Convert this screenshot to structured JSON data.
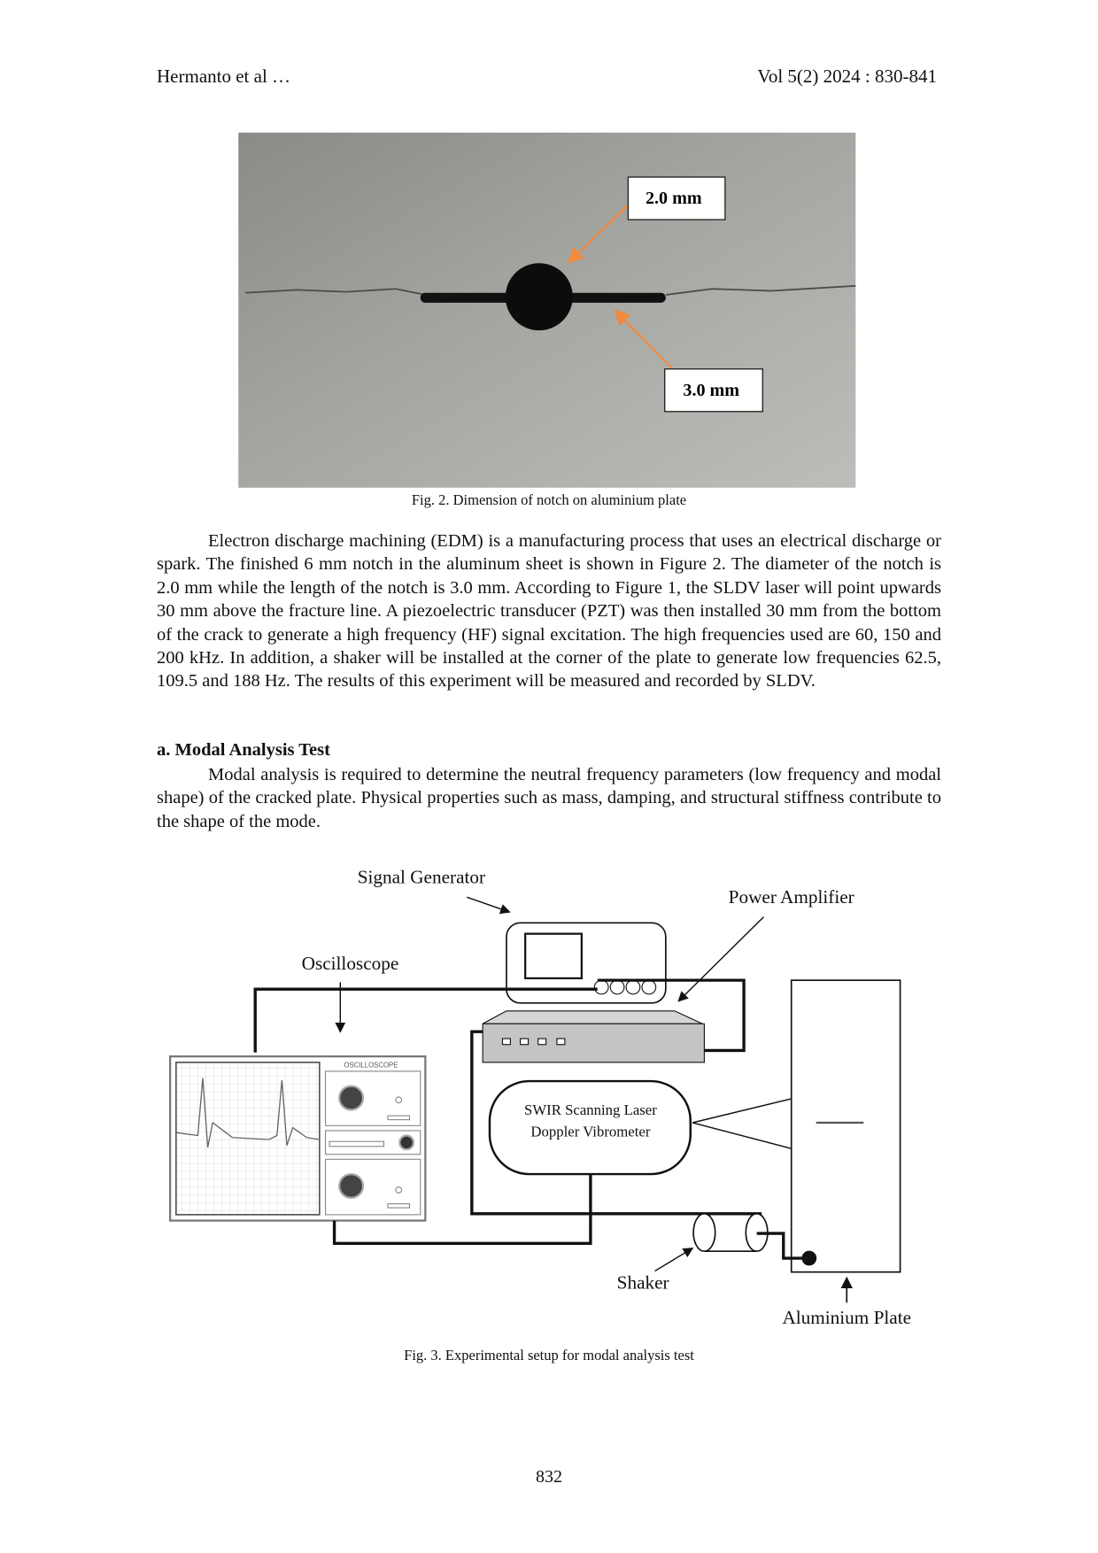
{
  "header": {
    "left": "Hermanto et al …",
    "right": "Vol 5(2) 2024 : 830-841"
  },
  "figure2": {
    "labels": [
      "2.0 mm",
      "3.0 mm"
    ],
    "caption": "Fig. 2. Dimension of notch on aluminium plate",
    "arrow_color": "#f08a3c"
  },
  "body": {
    "paragraph1": "Electron discharge machining (EDM) is a manufacturing process that uses an electrical discharge or spark. The finished 6 mm notch in the aluminum sheet is shown in Figure 2. The diameter of the notch is 2.0 mm while the length of the notch is 3.0 mm. According to Figure 1, the SLDV laser will point upwards 30 mm above the fracture line. A piezoelectric transducer (PZT) was then installed 30 mm from the bottom of the crack to generate a high frequency (HF) signal excitation. The high frequencies used are 60, 150 and 200 kHz. In addition, a shaker will be installed at the corner of the plate to generate low frequencies 62.5, 109.5 and 188 Hz. The results of this experiment will be measured and recorded by SLDV.",
    "section_heading": "a.  Modal Analysis Test",
    "paragraph2": "Modal analysis is required to determine the neutral frequency parameters (low frequency and modal shape) of the cracked plate. Physical properties such as mass, damping, and structural stiffness contribute to the shape of the mode."
  },
  "figure3": {
    "labels": {
      "signal_generator": "Signal Generator",
      "power_amplifier": "Power Amplifier",
      "oscilloscope": "Oscilloscope",
      "oscilloscope_panel": "OSCILLOSCOPE",
      "sldv_line1": "SWIR Scanning Laser",
      "sldv_line2": "Doppler Vibrometer",
      "shaker": "Shaker",
      "plate": "Aluminium Plate"
    },
    "caption": "Fig. 3. Experimental setup for modal analysis test"
  },
  "footer": {
    "page_number": "832"
  }
}
